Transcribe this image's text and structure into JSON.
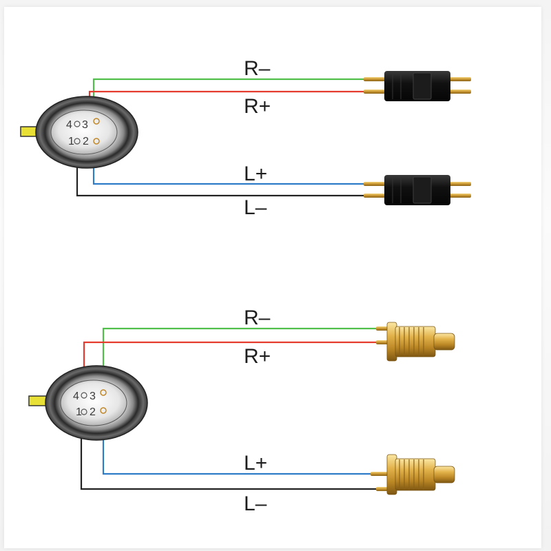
{
  "colors": {
    "r_minus": "#4fbf4a",
    "r_plus": "#e53b2f",
    "l_plus": "#2e7cc8",
    "l_minus": "#222222",
    "tab": "#e8e035"
  },
  "top_panel": {
    "labels": {
      "r_minus": "R–",
      "r_plus": "R+",
      "l_plus": "L+",
      "l_minus": "L–"
    },
    "socket_pins": {
      "p4": "4",
      "p3": "3",
      "p1": "1",
      "p2": "2"
    },
    "connector_type": "black 2-pin plug"
  },
  "bottom_panel": {
    "labels": {
      "r_minus": "R–",
      "r_plus": "R+",
      "l_plus": "L+",
      "l_minus": "L–"
    },
    "socket_pins": {
      "p4": "4",
      "p3": "3",
      "p1": "1",
      "p2": "2"
    },
    "connector_type": "gold threaded coaxial plug"
  }
}
